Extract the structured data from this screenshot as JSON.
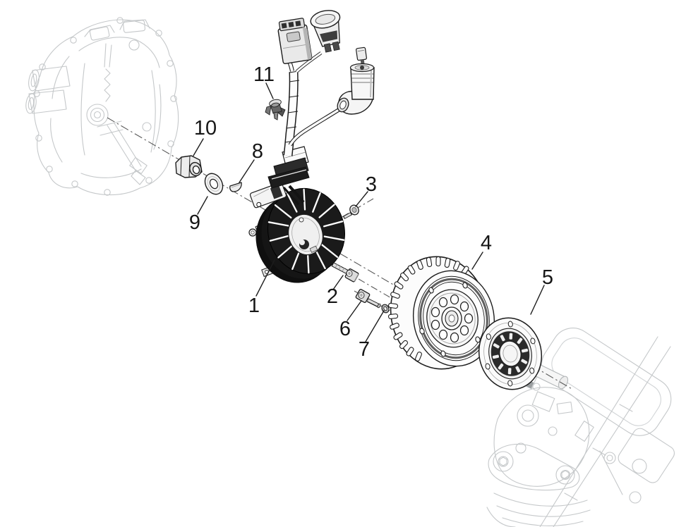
{
  "diagram": {
    "type": "exploded-parts-diagram",
    "background_color": "#ffffff",
    "part_line_color": "#1d1d1d",
    "ghost_line_color": "#c5c8ca",
    "centerline_color": "#5a5a5a",
    "label_color": "#161616"
  },
  "callouts": [
    {
      "number": "1",
      "target": "stator-with-harness"
    },
    {
      "number": "2",
      "target": "flange-bolt"
    },
    {
      "number": "3",
      "target": "small-screw"
    },
    {
      "number": "4",
      "target": "flywheel-magneto"
    },
    {
      "number": "5",
      "target": "one-way-clutch"
    },
    {
      "number": "6",
      "target": "short-bolt"
    },
    {
      "number": "7",
      "target": "small-washer"
    },
    {
      "number": "8",
      "target": "woodruff-key"
    },
    {
      "number": "9",
      "target": "plain-washer"
    },
    {
      "number": "10",
      "target": "flange-nut"
    },
    {
      "number": "11",
      "target": "cable-clip"
    }
  ]
}
